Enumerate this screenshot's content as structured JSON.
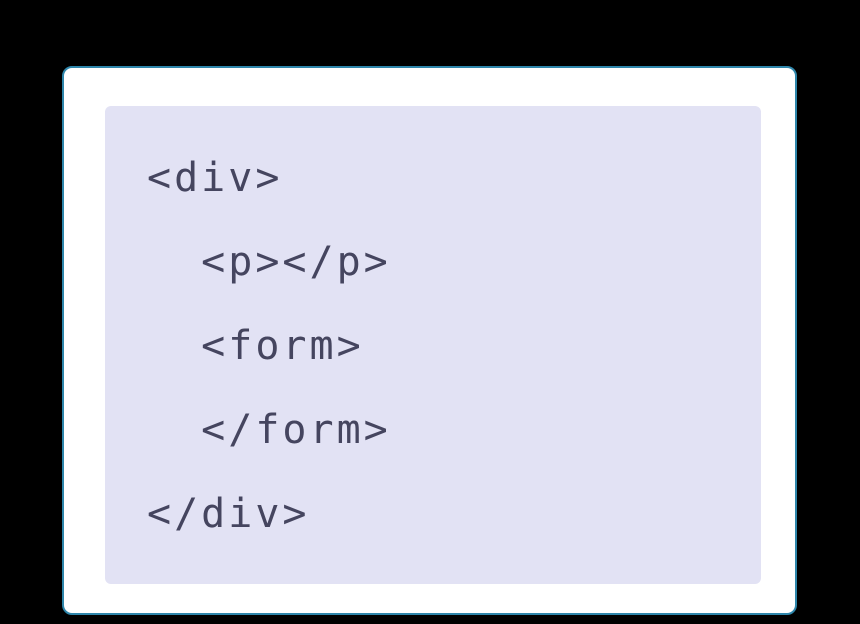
{
  "canvas": {
    "background_color": "#000000",
    "card_background_color": "#ffffff",
    "card_border_color": "#2e86ab",
    "code_background_color": "#e2e2f4",
    "code_text_color": "#45455f"
  },
  "code": {
    "language": "html",
    "lines": [
      "<div>",
      "  <p></p>",
      "  <form>",
      "  </form>",
      "</div>"
    ]
  }
}
